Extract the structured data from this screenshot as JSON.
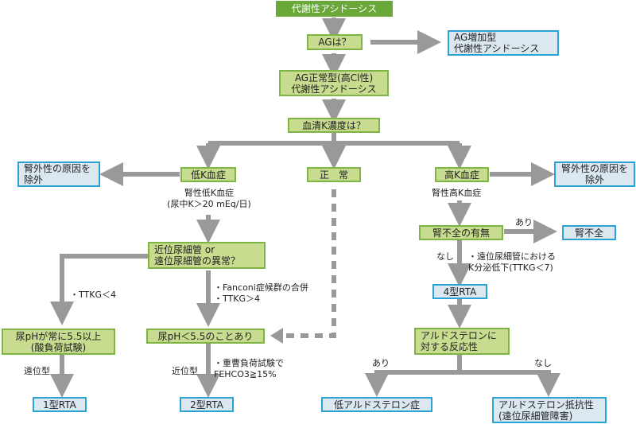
{
  "diagram": {
    "nodes": {
      "metabolic_acidosis": "代謝性アシドーシス",
      "ag_question": "AGは？",
      "ag_increased": "AG増加型\n代謝性アシドーシス",
      "ag_normal": "AG正常型(高Cl性)\n代謝性アシドーシス",
      "serum_k": "血清K濃度は？",
      "hypokalemia": "低K血症",
      "normal": "正　常",
      "hyperkalemia": "高K血症",
      "exclude_left": "腎外性の原因を\n除外",
      "exclude_right": "腎外性の原因を\n除外",
      "tubule_question": "近位尿細管 or\n遠位尿細管の異常？",
      "renal_failure_question": "腎不全の有無",
      "renal_failure": "腎不全",
      "urine_ph_high": "尿pHが常に5.5以上\n(酸負荷試験)",
      "urine_ph_low": "尿pH＜5.5のことあり",
      "rta4": "4型RTA",
      "aldosterone_response": "アルドステロンに\n対する反応性",
      "rta1": "1型RTA",
      "rta2": "2型RTA",
      "hypoaldosteronism": "低アルドステロン症",
      "aldosterone_resistance": "アルドステロン抵抗性\n(遠位尿細管障害)"
    },
    "labels": {
      "renal_hypok": "腎性低K血症\n(尿中K＞20 mEq/日)",
      "renal_hyperk": "腎性高K血症",
      "ttkg_lt4": "・TTKG＜4",
      "fanconi": "・Fanconi症候群の合併\n・TTKG＞4",
      "distal_type": "遠位型",
      "proximal_type": "近位型",
      "bicarb_test": "・重曹負荷試験で\n FEHCO3≧15%",
      "yes_renal": "あり",
      "no_renal": "なし",
      "distal_k": "・遠位尿細管における\n K分泌低下(TTKG＜7)",
      "yes_aldo": "あり",
      "no_aldo": "なし"
    },
    "colors": {
      "arrow": "#999999",
      "green_fill": "#c7dc8e",
      "green_border": "#7eb443",
      "dark_green": "#6aa83a",
      "blue_fill": "#dbe8f0",
      "blue_border": "#2aa3d4"
    }
  }
}
